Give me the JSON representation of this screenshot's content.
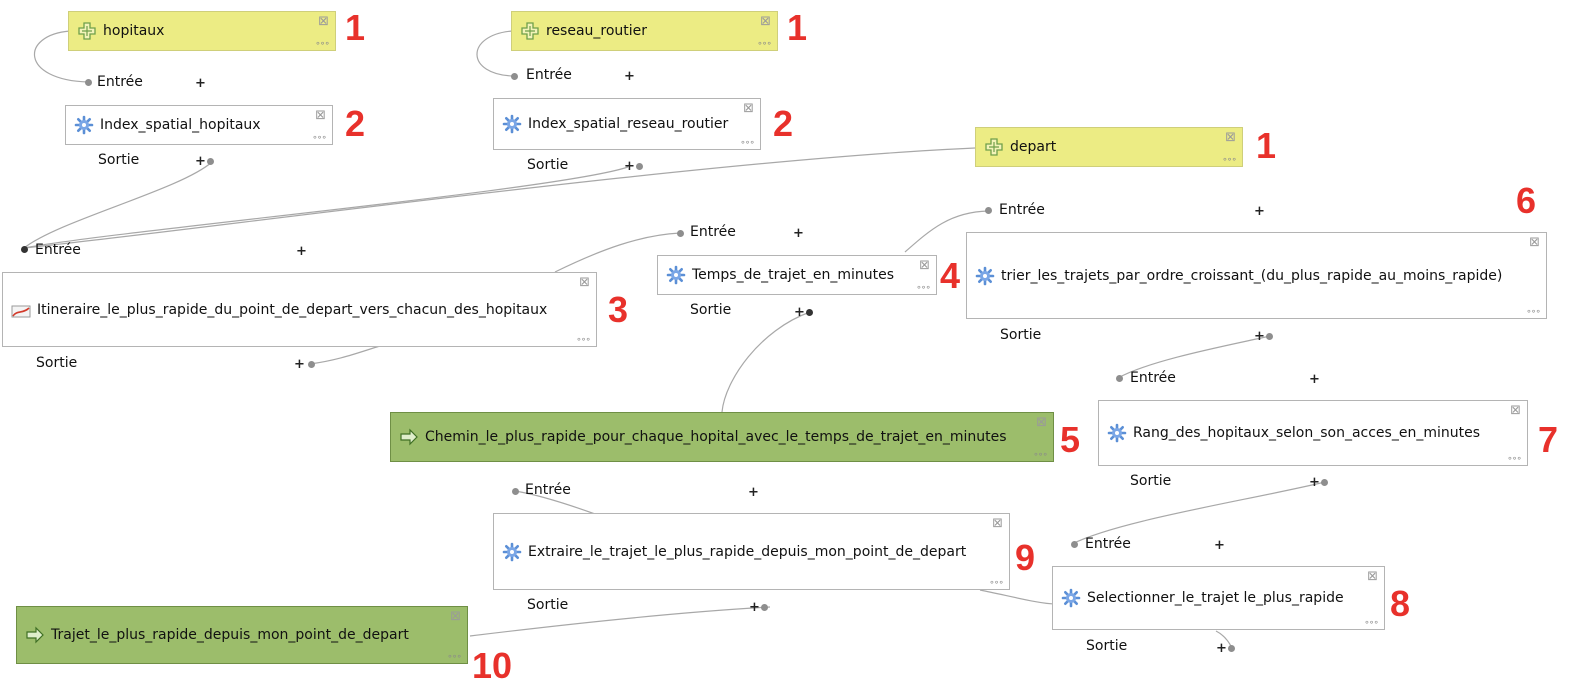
{
  "nodes": {
    "hopitaux": {
      "label": "hopitaux",
      "number": "1",
      "icon": "plus-icon"
    },
    "reseau": {
      "label": "reseau_routier",
      "number": "1",
      "icon": "plus-icon"
    },
    "depart": {
      "label": "depart",
      "number": "1",
      "icon": "plus-icon"
    },
    "index_hop": {
      "label": "Index_spatial_hopitaux",
      "number": "2",
      "icon": "gear-icon"
    },
    "index_res": {
      "label": "Index_spatial_reseau_routier",
      "number": "2",
      "icon": "gear-icon"
    },
    "itineraire": {
      "label": "Itineraire_le_plus_rapide_du_point_de_depart_vers_chacun_des_hopitaux",
      "number": "3",
      "icon": "route-icon"
    },
    "temps": {
      "label": "Temps_de_trajet_en_minutes",
      "number": "4",
      "icon": "gear-icon"
    },
    "chemin": {
      "label": "Chemin_le_plus_rapide_pour_chaque_hopital_avec_le_temps_de_trajet_en_minutes",
      "number": "5",
      "icon": "arrow-icon"
    },
    "trier": {
      "label": "trier_les_trajets_par_ordre_croissant_(du_plus_rapide_au_moins_rapide)",
      "number": "6",
      "icon": "gear-icon"
    },
    "rang": {
      "label": "Rang_des_hopitaux_selon_son_acces_en_minutes",
      "number": "7",
      "icon": "gear-icon"
    },
    "selectionner": {
      "label": "Selectionner_le_trajet le_plus_rapide",
      "number": "8",
      "icon": "gear-icon"
    },
    "extraire": {
      "label": "Extraire_le_trajet_le_plus_rapide_depuis_mon_point_de_depart",
      "number": "9",
      "icon": "gear-icon"
    },
    "trajet": {
      "label": "Trajet_le_plus_rapide_depuis_mon_point_de_depart",
      "number": "10",
      "icon": "arrow-icon"
    }
  },
  "ports": {
    "input": "Entrée",
    "output": "Sortie",
    "plus": "+"
  },
  "colors": {
    "input_node": "#ecec84",
    "output_node": "#9cbd6b",
    "number": "#e8312b",
    "wire": "#a8a8a8"
  }
}
